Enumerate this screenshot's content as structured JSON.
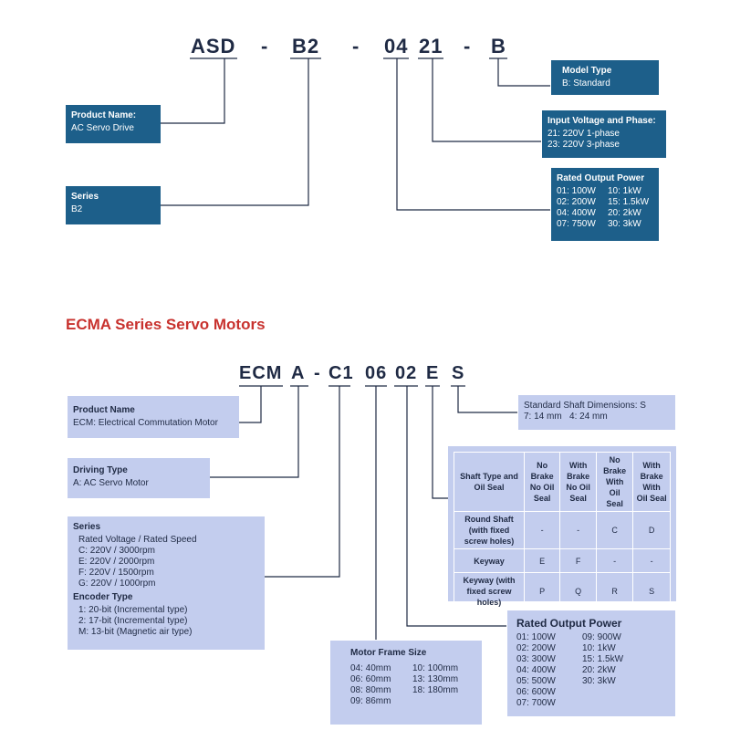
{
  "drive": {
    "code": [
      "ASD",
      "-",
      "B2",
      "-",
      "04",
      "21",
      "-",
      "B"
    ],
    "product_name": {
      "title": "Product Name:",
      "desc": "AC Servo Drive"
    },
    "series": {
      "title": "Series",
      "desc": "B2"
    },
    "model_type": {
      "title": "Model Type",
      "desc": "B: Standard"
    },
    "input_voltage": {
      "title": "Input Voltage and Phase:",
      "lines": [
        "21: 220V 1-phase",
        "23: 220V 3-phase"
      ]
    },
    "rated_power": {
      "title": "Rated Output Power",
      "items": [
        "01: 100W",
        "10: 1kW",
        "02: 200W",
        "15: 1.5kW",
        "04: 400W",
        "20: 2kW",
        "07: 750W",
        "30: 3kW"
      ]
    }
  },
  "motor": {
    "heading": "ECMA Series Servo Motors",
    "code": [
      "ECM",
      "A",
      "-",
      "C1",
      "06",
      "02",
      "E",
      "S"
    ],
    "product_name": {
      "title": "Product Name",
      "desc": "ECM: Electrical Commutation Motor"
    },
    "driving_type": {
      "title": "Driving Type",
      "desc": "A: AC Servo Motor"
    },
    "series": {
      "title": "Series",
      "lines": [
        "Rated Voltage / Rated Speed",
        "C: 220V / 3000rpm",
        "E: 220V / 2000rpm",
        "F: 220V / 1500rpm",
        "G: 220V / 1000rpm"
      ]
    },
    "encoder": {
      "title": "Encoder Type",
      "lines": [
        "1: 20-bit (Incremental type)",
        "2: 17-bit (Incremental type)",
        "M: 13-bit (Magnetic air type)"
      ]
    },
    "shaft_dim": {
      "title": "Standard Shaft Dimensions: S",
      "desc": "7: 14 mm   4: 24 mm"
    },
    "shaft_table": {
      "headers": [
        "Shaft Type and Oil Seal",
        "No Brake No Oil Seal",
        "With Brake No Oil Seal",
        "No Brake With Oil Seal",
        "With Brake With Oil Seal"
      ],
      "rows": [
        [
          "Round Shaft (with fixed screw holes)",
          "-",
          "-",
          "C",
          "D"
        ],
        [
          "Keyway",
          "E",
          "F",
          "-",
          "-"
        ],
        [
          "Keyway (with fixed screw holes)",
          "P",
          "Q",
          "R",
          "S"
        ]
      ]
    },
    "rated_power": {
      "title": "Rated Output Power",
      "items": [
        "01: 100W",
        "09: 900W",
        "02: 200W",
        "10: 1kW",
        "03: 300W",
        "15: 1.5kW",
        "04: 400W",
        "20: 2kW",
        "05: 500W",
        "30: 3kW",
        "06: 600W",
        "",
        "07: 700W",
        ""
      ]
    },
    "frame_size": {
      "title": "Motor Frame Size",
      "items": [
        "04: 40mm",
        "10: 100mm",
        "06: 60mm",
        "13: 130mm",
        "08: 80mm",
        "18: 180mm",
        "09: 86mm",
        ""
      ]
    }
  },
  "colors": {
    "dark_box": "#1d5f8a",
    "light_box": "#c3cdee",
    "heading_red": "#c8322e",
    "text": "#1f2a44"
  }
}
